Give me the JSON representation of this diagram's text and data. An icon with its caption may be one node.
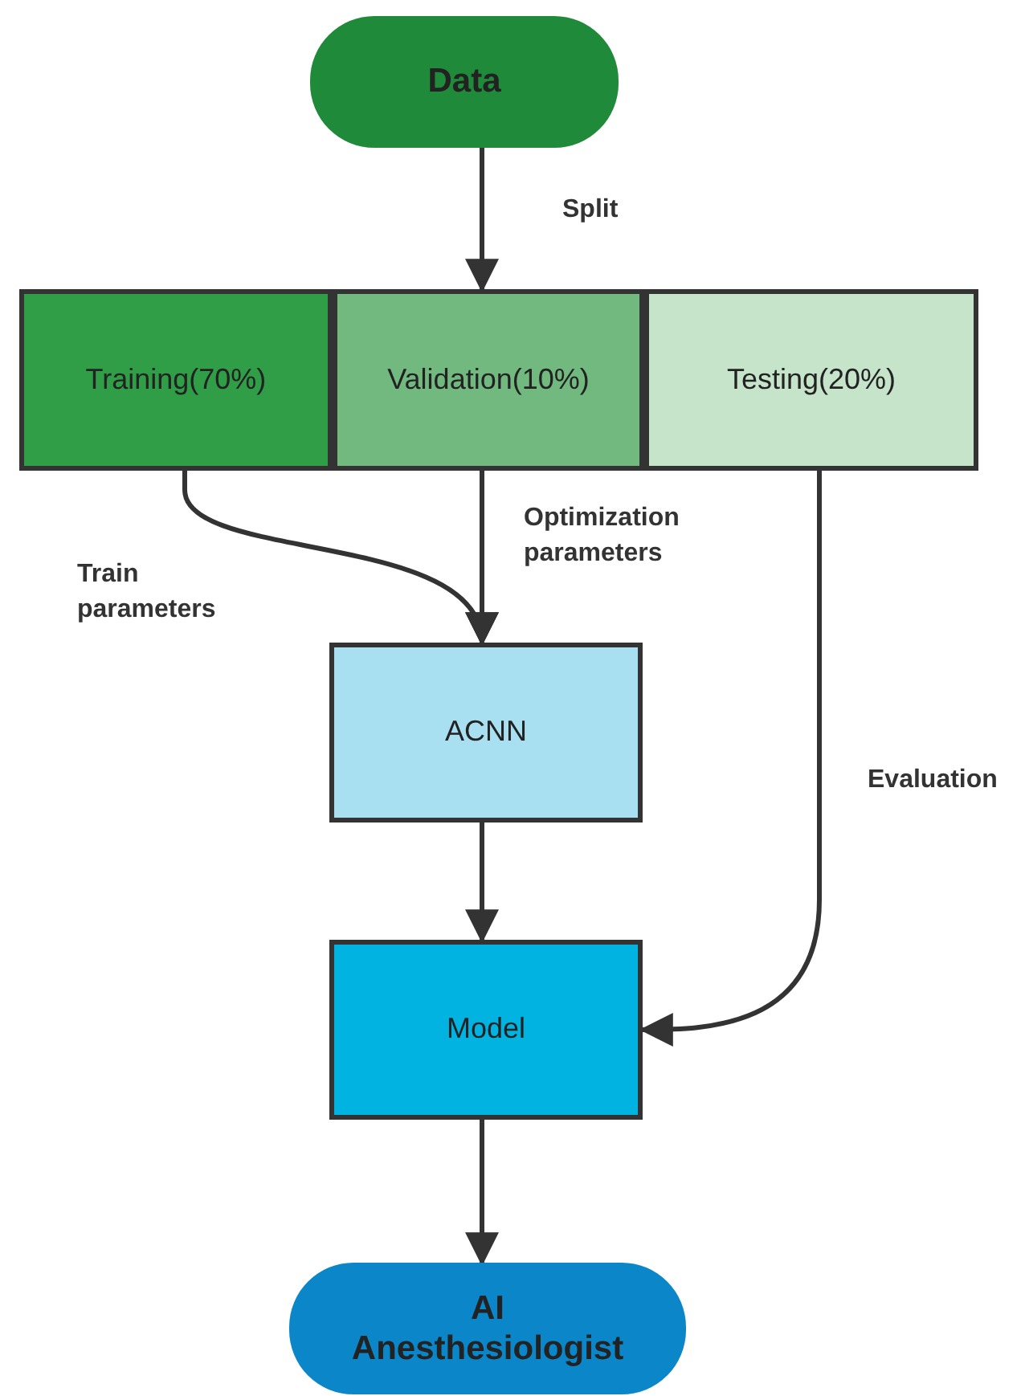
{
  "diagram": {
    "nodes": [
      {
        "text": [
          "Data"
        ]
      },
      {
        "text": [
          "Training(70%)"
        ]
      },
      {
        "text": [
          "Validation(10%)"
        ]
      },
      {
        "text": [
          "Testing(20%)"
        ]
      },
      {
        "text": [
          "ACNN"
        ]
      },
      {
        "text": [
          "Model"
        ]
      },
      {
        "text": [
          "AI Anesthesiologist"
        ]
      }
    ],
    "edges": [
      {
        "from": 0,
        "to": 2,
        "arrow": "to",
        "label": "Split"
      },
      {
        "from": 1,
        "to": 4,
        "arrow": "to",
        "label": "Train parameters"
      },
      {
        "from": 2,
        "to": 4,
        "arrow": "to",
        "label": "Optimization parameters"
      },
      {
        "from": 3,
        "to": 5,
        "arrow": "to",
        "label": "Evaluation"
      },
      {
        "from": 4,
        "to": 5,
        "arrow": "to"
      },
      {
        "from": 5,
        "to": 6,
        "arrow": "to"
      }
    ]
  }
}
